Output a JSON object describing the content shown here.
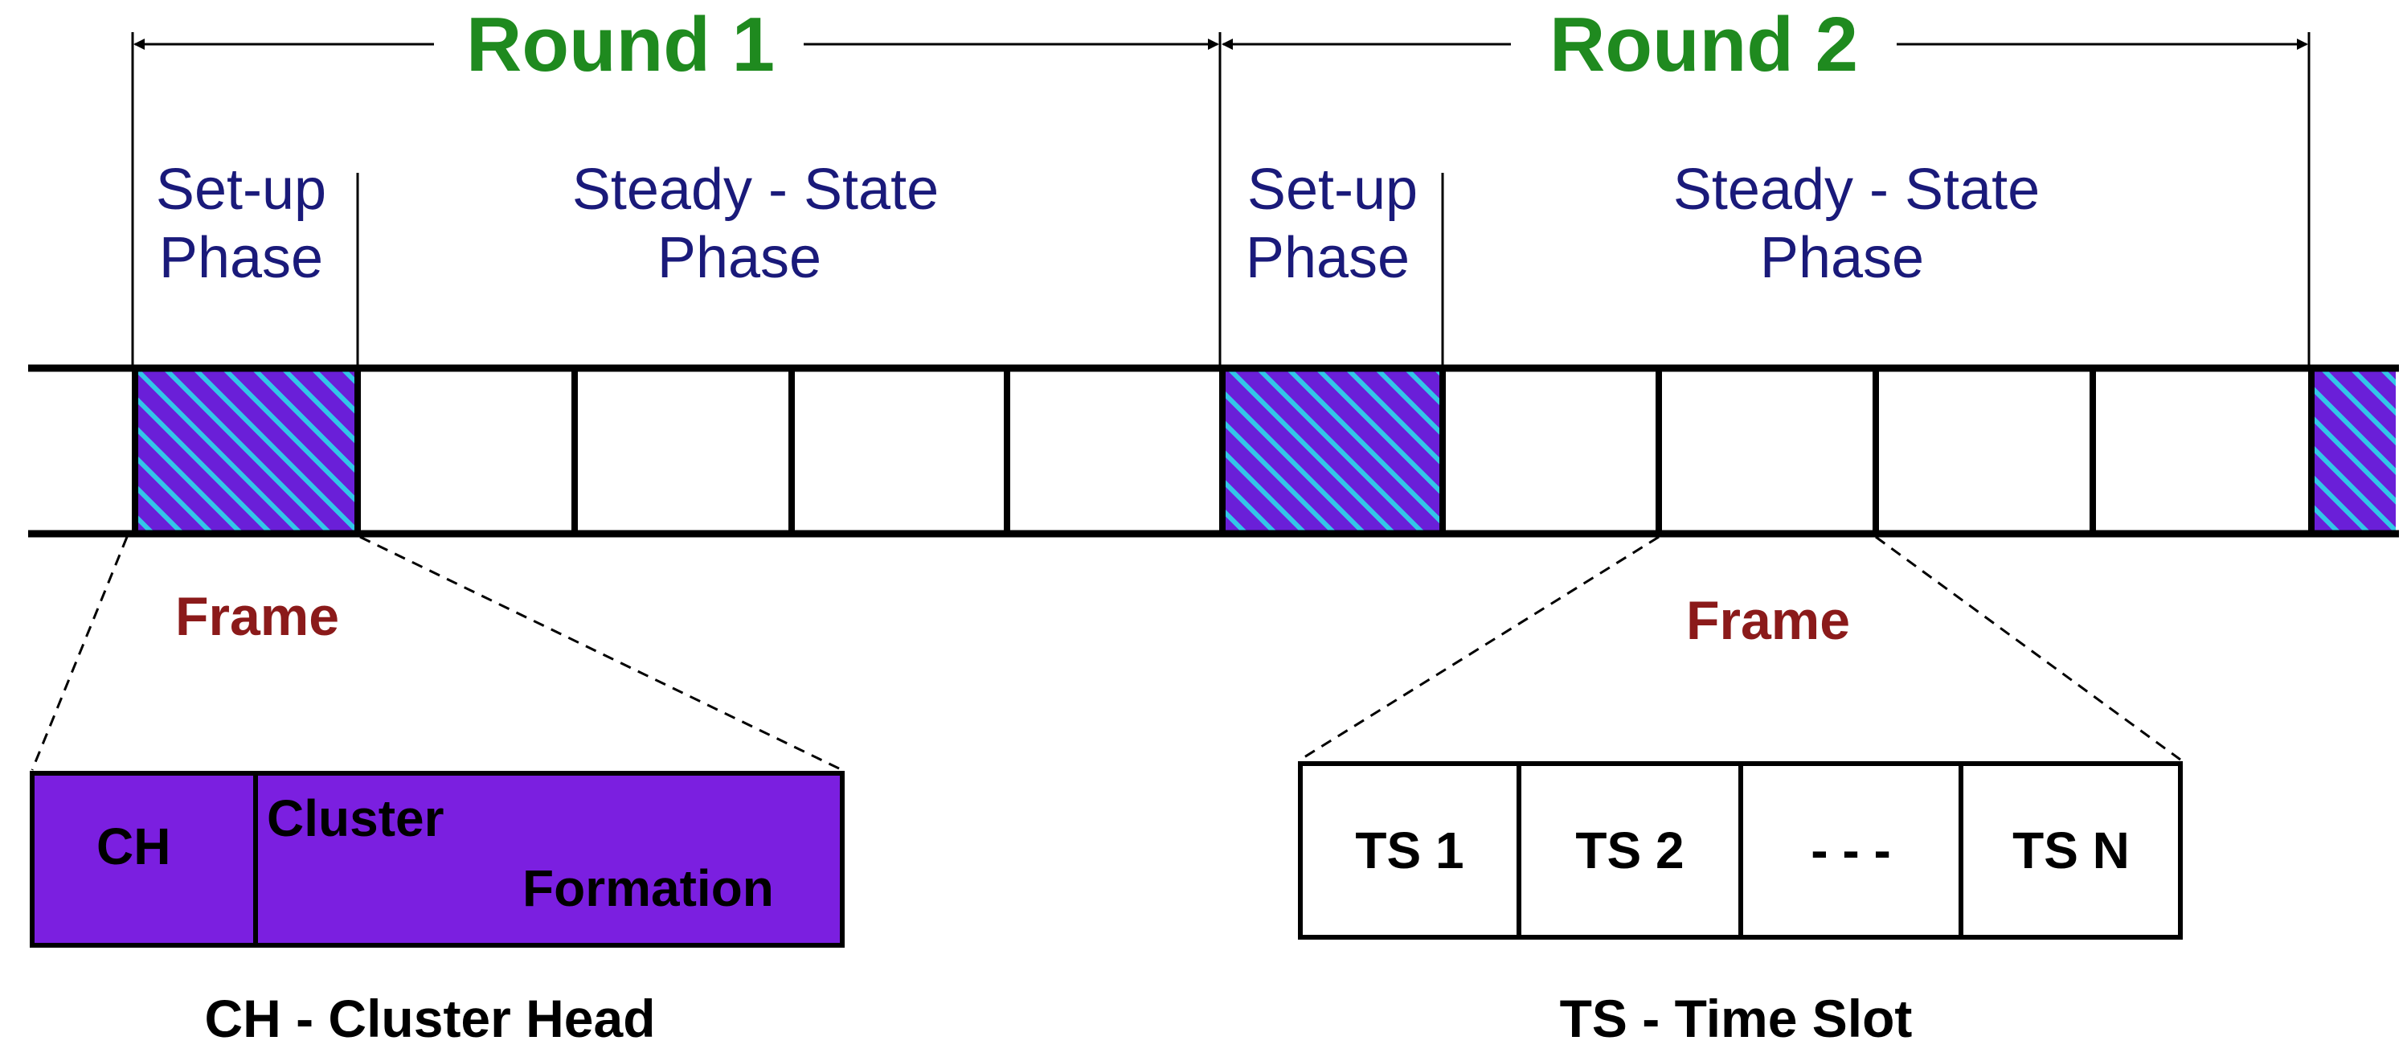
{
  "rounds": [
    {
      "label": "Round 1"
    },
    {
      "label": "Round 2"
    }
  ],
  "phases": {
    "setup": {
      "line1": "Set-up",
      "line2": "Phase"
    },
    "steady": {
      "line1": "Steady - State",
      "line2": "Phase"
    }
  },
  "frame_label": "Frame",
  "setup_detail": {
    "cells": [
      "CH",
      "Cluster",
      "Formation"
    ],
    "legend": "CH - Cluster Head"
  },
  "frame_detail": {
    "cells": [
      "TS 1",
      "TS 2",
      "- - -",
      "TS N"
    ],
    "legend": "TS - Time Slot"
  },
  "colors": {
    "round_label": "#1f8a1f",
    "phase_label": "#1a1a7a",
    "frame_label": "#8b1a1a",
    "setup_fill": "#6a1fd8",
    "hatch_stripe": "#33c6e8",
    "ch_box_fill": "#7b1fe0",
    "line": "#000000"
  },
  "icons": {
    "timeline-arrow": "double-headed arrow",
    "setup-slot": "hatched rectangle"
  }
}
